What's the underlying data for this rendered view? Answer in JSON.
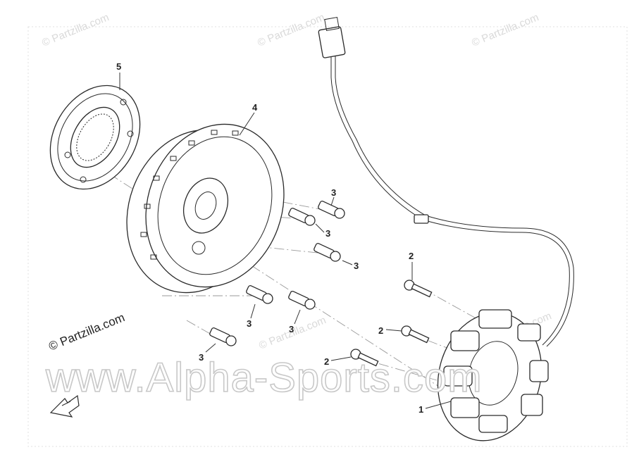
{
  "watermarks": {
    "site_small": "© Partzilla.com",
    "site_main": "© Partzilla.com",
    "dealer_banner": "www.Alpha-Sports.com"
  },
  "callouts": {
    "stator": "1",
    "bolt_a": "2",
    "bolt_b": "2",
    "bolt_c": "2",
    "screw_a": "3",
    "screw_b": "3",
    "screw_c": "3",
    "screw_d": "3",
    "screw_e": "3",
    "screw_f": "3",
    "flywheel": "4",
    "starter_clutch": "5"
  },
  "direction_arrow": {
    "label": "FRONT-arrow-icon"
  }
}
